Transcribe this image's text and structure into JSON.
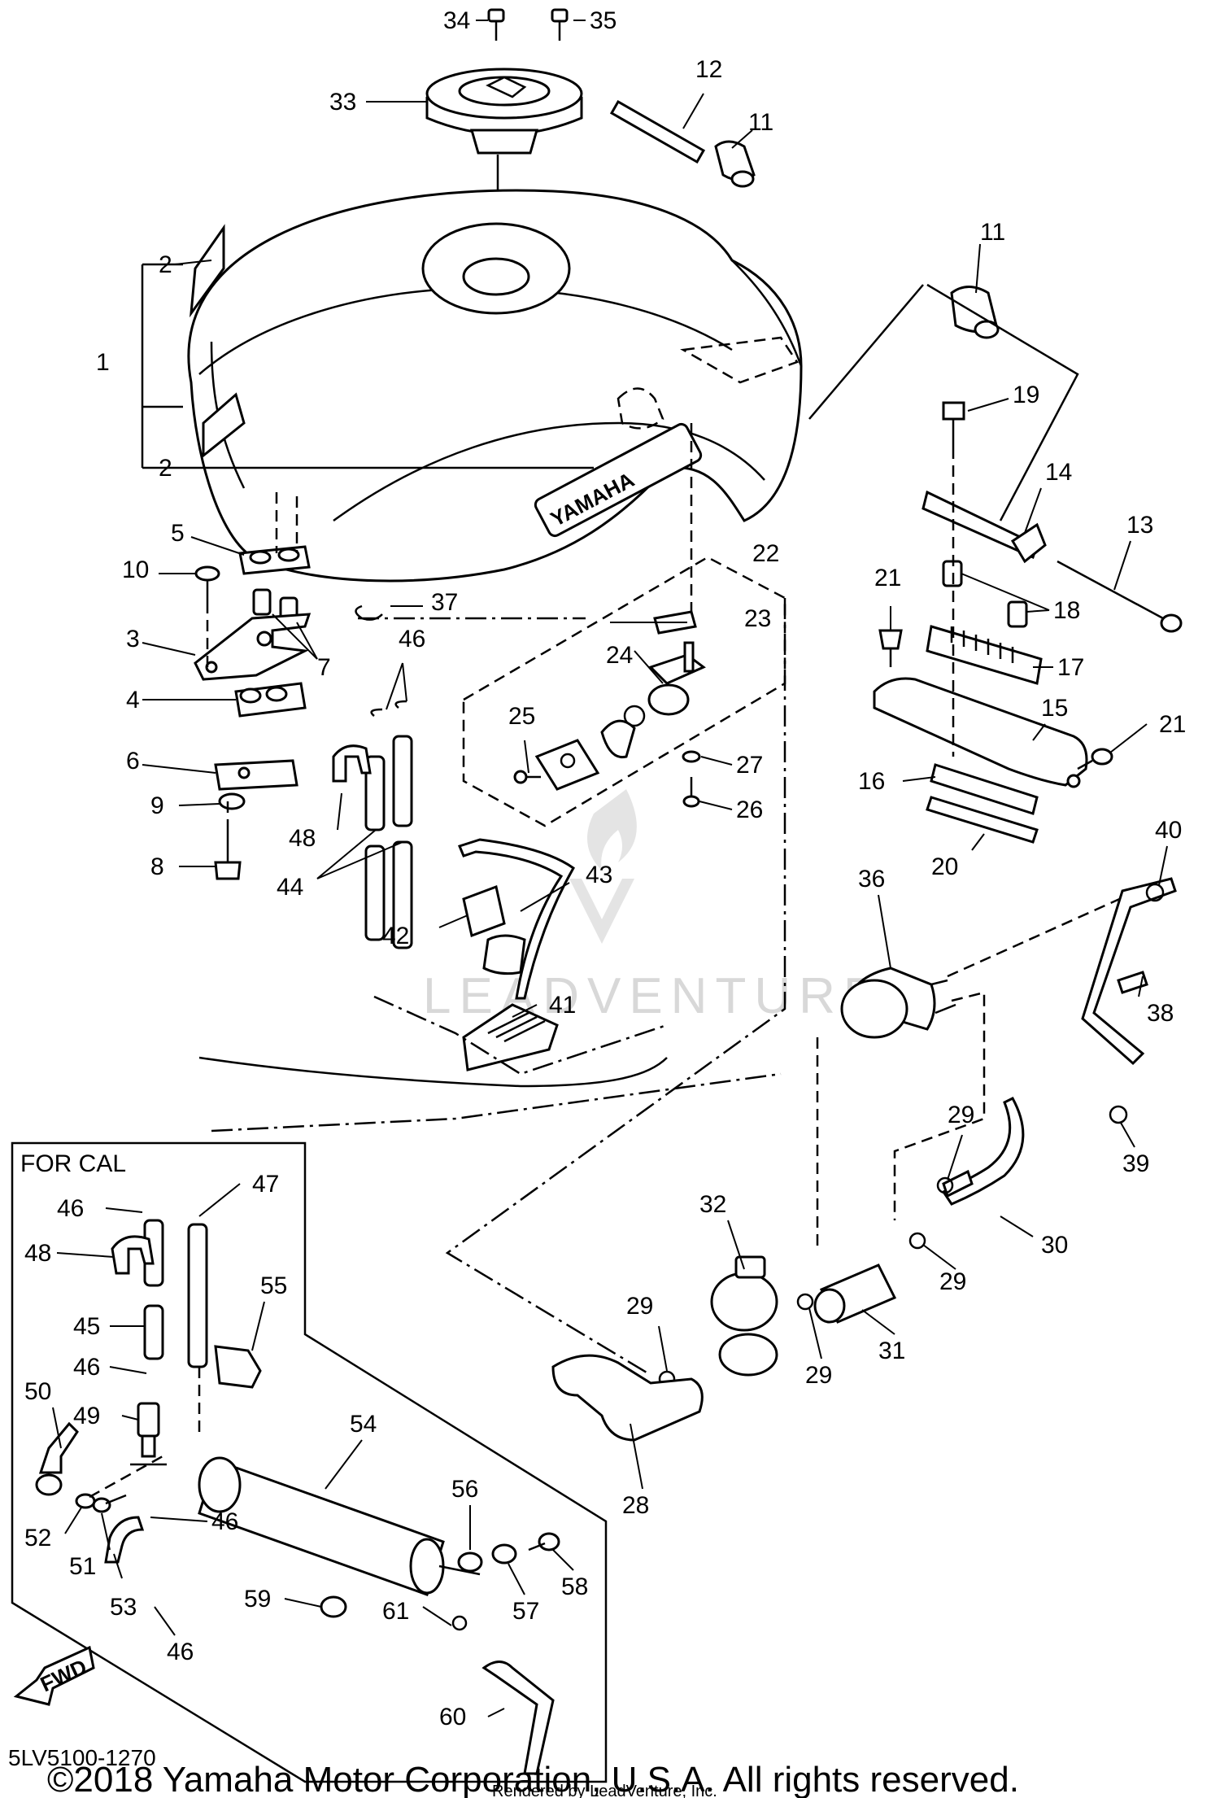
{
  "diagram": {
    "diagram_code": "5LV5100-1270",
    "copyright": "©2018 Yamaha Motor Corporation, U.S.A. All rights reserved.",
    "rendered_by": "Rendered by LeadVenture, Inc.",
    "watermark": "LEADVENTURE",
    "tank_brand_text": "YAMAHA",
    "inset_label": "FOR CAL",
    "direction_label": "FWD",
    "callouts": {
      "c1": "1",
      "c2a": "2",
      "c2b": "2",
      "c3": "3",
      "c4": "4",
      "c5": "5",
      "c6": "6",
      "c7": "7",
      "c8": "8",
      "c9": "9",
      "c10": "10",
      "c11a": "11",
      "c11b": "11",
      "c12": "12",
      "c13": "13",
      "c14": "14",
      "c15": "15",
      "c16": "16",
      "c17": "17",
      "c18": "18",
      "c19": "19",
      "c20": "20",
      "c21a": "21",
      "c21b": "21",
      "c22": "22",
      "c23": "23",
      "c24": "24",
      "c25": "25",
      "c26": "26",
      "c27": "27",
      "c28": "28",
      "c29a": "29",
      "c29b": "29",
      "c29c": "29",
      "c29d": "29",
      "c30": "30",
      "c31": "31",
      "c32": "32",
      "c33": "33",
      "c34": "34",
      "c35": "35",
      "c36": "36",
      "c37": "37",
      "c38": "38",
      "c39": "39",
      "c40": "40",
      "c41": "41",
      "c42": "42",
      "c43": "43",
      "c44": "44",
      "c45": "45",
      "c46a": "46",
      "c46b": "46",
      "c46c": "46",
      "c46d": "46",
      "c46e": "46",
      "c47": "47",
      "c48a": "48",
      "c48b": "48",
      "c49": "49",
      "c50": "50",
      "c51": "51",
      "c52": "52",
      "c53": "53",
      "c54": "54",
      "c55": "55",
      "c56": "56",
      "c57": "57",
      "c58": "58",
      "c59": "59",
      "c60": "60",
      "c61": "61"
    }
  }
}
